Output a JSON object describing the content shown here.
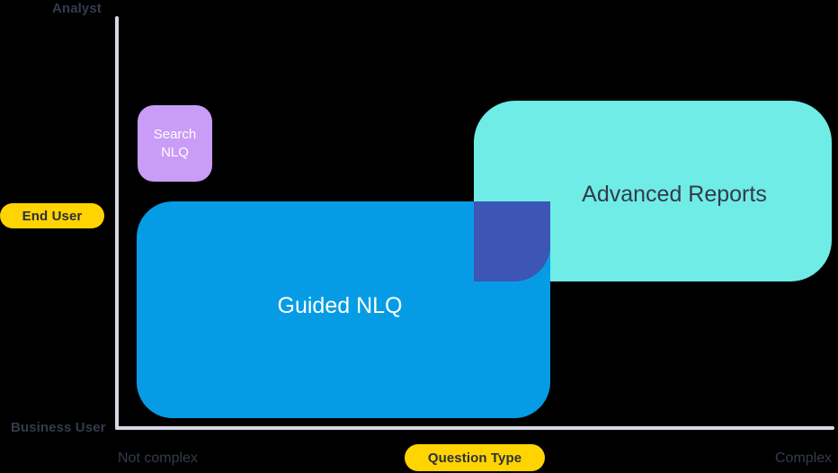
{
  "chart_data": {
    "type": "scatter",
    "title": "",
    "xlabel": "Question Type",
    "ylabel": "",
    "x_axis": {
      "label": "Question Type",
      "min_tick": "Not complex",
      "max_tick": "Complex"
    },
    "y_axis": {
      "label": "End User",
      "min_tick": "Business User",
      "max_tick": "Analyst"
    },
    "blocks": [
      {
        "name": "Search NLQ",
        "label_lines": [
          "Search",
          "NLQ"
        ],
        "color": "#c99cf7",
        "text_color": "#ffffff",
        "x_range": [
          "low",
          "low"
        ],
        "y_range": [
          "mid-high",
          "high"
        ]
      },
      {
        "name": "Advanced Reports",
        "label_lines": [
          "Advanced Reports"
        ],
        "color": "#6fece6",
        "text_color": "#333a49",
        "x_range": [
          "mid-high",
          "high"
        ],
        "y_range": [
          "mid",
          "high"
        ]
      },
      {
        "name": "Guided NLQ",
        "label_lines": [
          "Guided NLQ"
        ],
        "color": "#069ce5",
        "text_color": "#ffffff",
        "x_range": [
          "low",
          "mid-high"
        ],
        "y_range": [
          "low",
          "mid"
        ]
      }
    ],
    "overlap": {
      "between": [
        "Guided NLQ",
        "Advanced Reports"
      ],
      "color": "#3d55b5"
    },
    "grid": false,
    "legend": "none"
  },
  "axes": {
    "y_top_label": "Analyst",
    "y_bottom_label": "Business User",
    "y_mid_badge": "End User",
    "x_left_label": "Not complex",
    "x_right_label": "Complex",
    "x_mid_badge": "Question Type",
    "line_color": "#d6d8e4"
  },
  "blocks": {
    "search_nlq": {
      "line1": "Search",
      "line2": "NLQ",
      "color": "#c99cf7"
    },
    "advanced_reports": {
      "label": "Advanced Reports",
      "color": "#6fece6"
    },
    "guided_nlq": {
      "label": "Guided NLQ",
      "color": "#069ce5"
    },
    "overlap_color": "#3d55b5"
  },
  "colors": {
    "background": "#000000",
    "badge_yellow": "#ffd400",
    "text_dark": "#343b4c",
    "text_light": "#ffffff"
  }
}
